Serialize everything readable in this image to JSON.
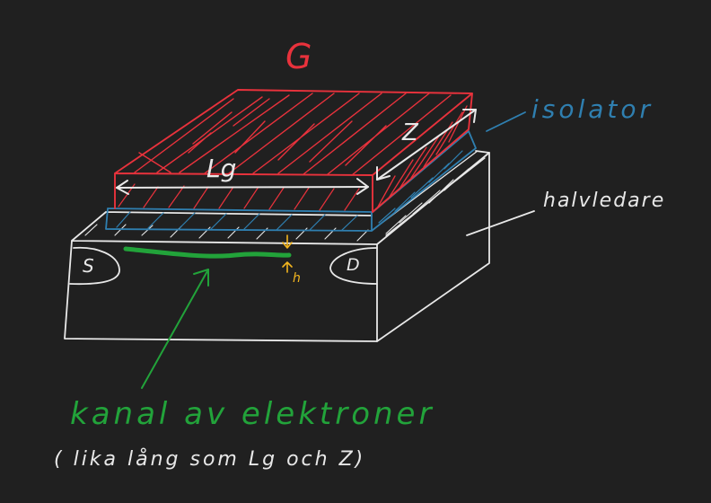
{
  "labels": {
    "gate": "G",
    "length": "Lg",
    "width": "Z",
    "insulator": "isolator",
    "semiconductor": "halvledare",
    "source": "S",
    "drain": "D",
    "thickness": "h",
    "channel": "kanal av elektroner",
    "channel_note": "( lika lång som Lg och Z)"
  },
  "colors": {
    "background": "#202020",
    "chalk": "#e8e8e8",
    "gate": "#e8323c",
    "insulator": "#2f7fb0",
    "channel": "#22a33a",
    "thickness": "#f2b51f"
  }
}
